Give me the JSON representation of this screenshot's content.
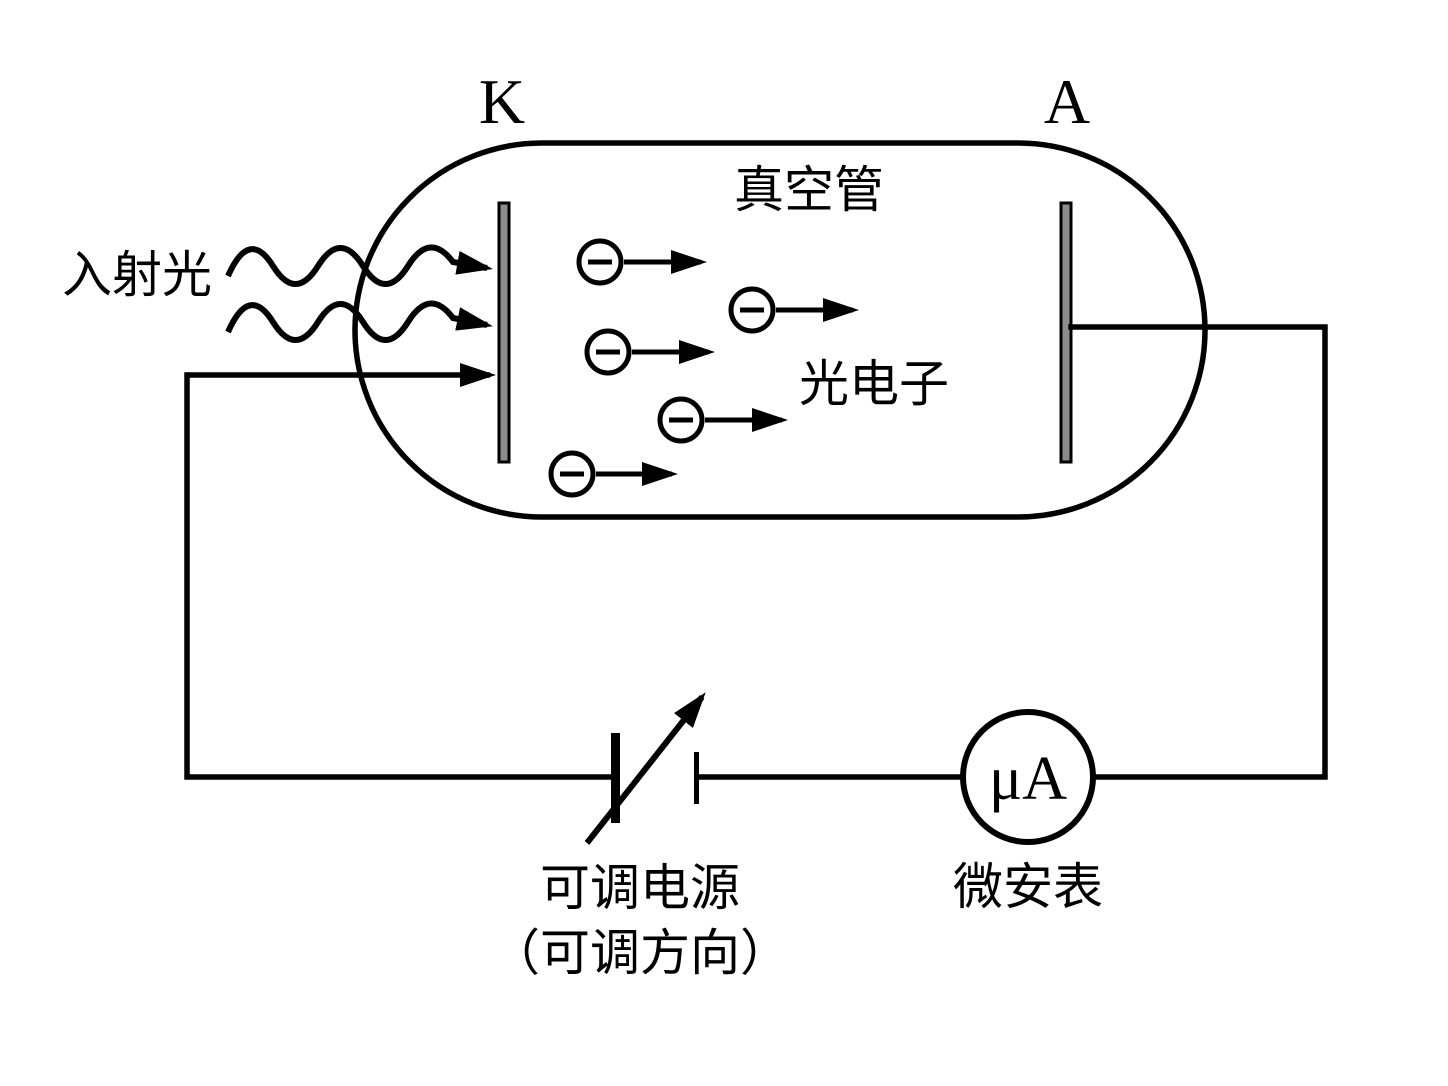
{
  "labels": {
    "cathode": "K",
    "anode": "A",
    "vacuum_tube": "真空管",
    "incident_light": "入射光",
    "photoelectron": "光电子",
    "power_supply_line1": "可调电源",
    "power_supply_line2": "（可调方向）",
    "microammeter": "微安表",
    "meter_unit": "μA"
  },
  "colors": {
    "ink": "#000000",
    "background": "#ffffff",
    "electrode_fill": "#8c8c8c"
  },
  "electrons": {
    "count": 5,
    "charge_symbol": "−"
  },
  "light_rays": {
    "wavy_count": 2
  }
}
